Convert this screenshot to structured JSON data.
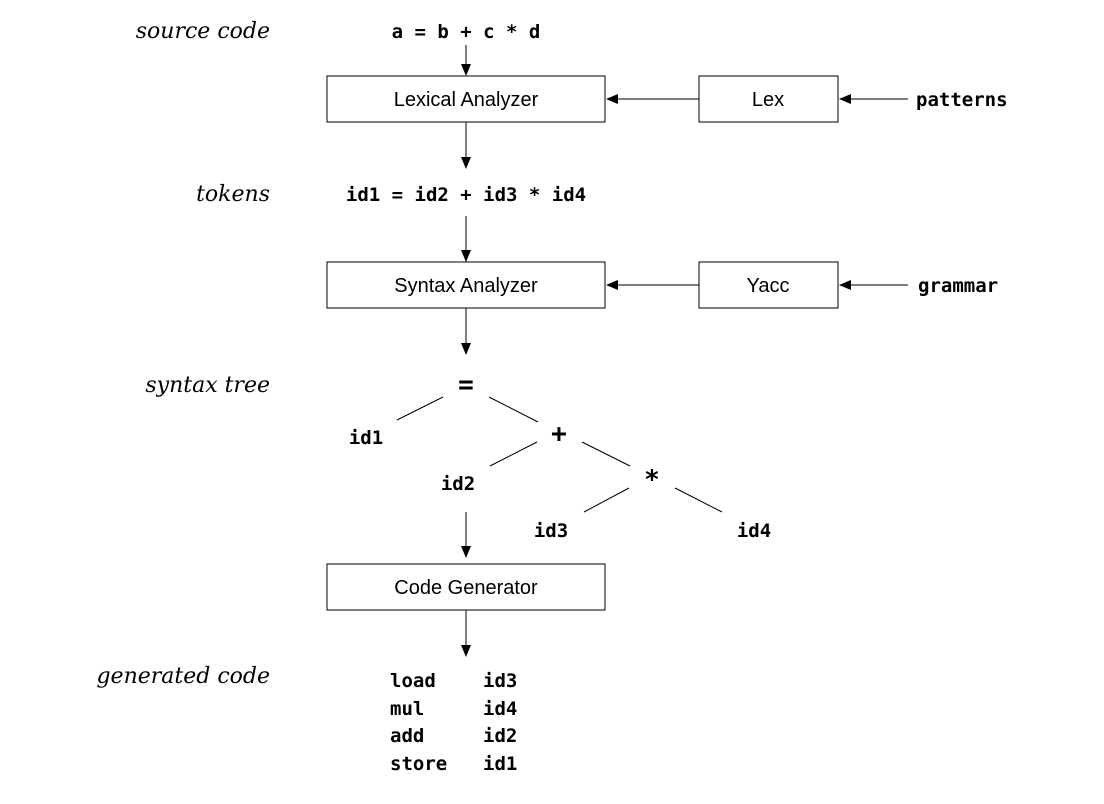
{
  "labels": {
    "source_code": "source code",
    "tokens": "tokens",
    "syntax_tree": "syntax tree",
    "generated_code": "generated code"
  },
  "source_expr": "a = b + c * d",
  "tokens_expr": "id1 = id2 + id3 * id4",
  "boxes": {
    "lexical": "Lexical Analyzer",
    "lex": "Lex",
    "syntax": "Syntax Analyzer",
    "yacc": "Yacc",
    "codegen": "Code Generator"
  },
  "inputs": {
    "patterns": "patterns",
    "grammar": "grammar"
  },
  "tree": {
    "eq": "=",
    "id1": "id1",
    "plus": "+",
    "id2": "id2",
    "star": "*",
    "id3": "id3",
    "id4": "id4"
  },
  "generated": [
    {
      "op": "load",
      "arg": "id3"
    },
    {
      "op": "mul",
      "arg": "id4"
    },
    {
      "op": "add",
      "arg": "id2"
    },
    {
      "op": "store",
      "arg": "id1"
    }
  ]
}
